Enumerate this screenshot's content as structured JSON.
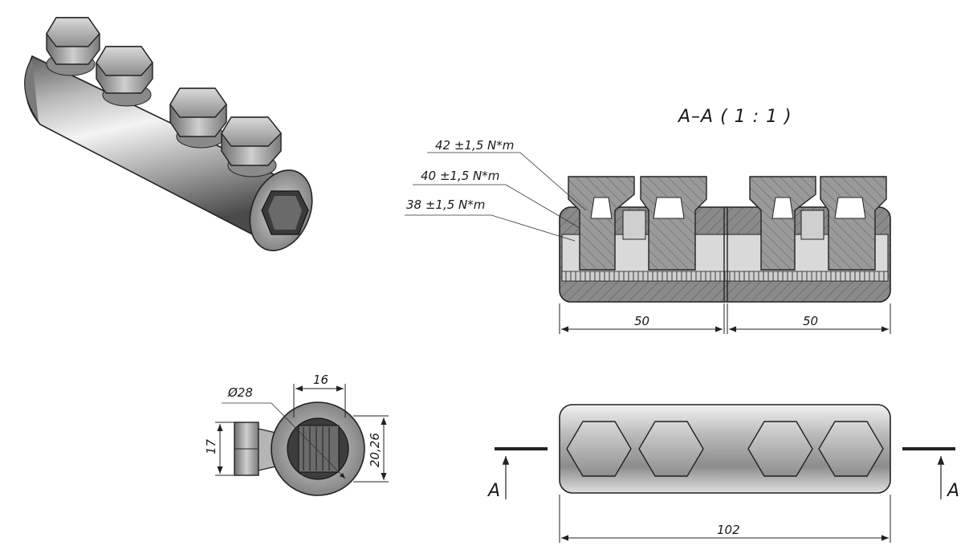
{
  "section_view": {
    "title": "A–A ( 1 : 1 )",
    "torque_labels": [
      "42 ±1,5 N*m",
      "40 ±1,5 N*m",
      "38 ±1,5 N*m"
    ],
    "dim_left": "50",
    "dim_right": "50"
  },
  "end_view": {
    "diameter": "Ø28",
    "width": "16",
    "height_left": "17",
    "height_right": "20,26"
  },
  "top_view": {
    "length": "102",
    "section_mark_left": "A",
    "section_mark_right": "A"
  },
  "colors": {
    "metal_light": "#e6e6e6",
    "metal_mid": "#a9a9a9",
    "metal_dark": "#5a5a5a",
    "line": "#222222"
  }
}
